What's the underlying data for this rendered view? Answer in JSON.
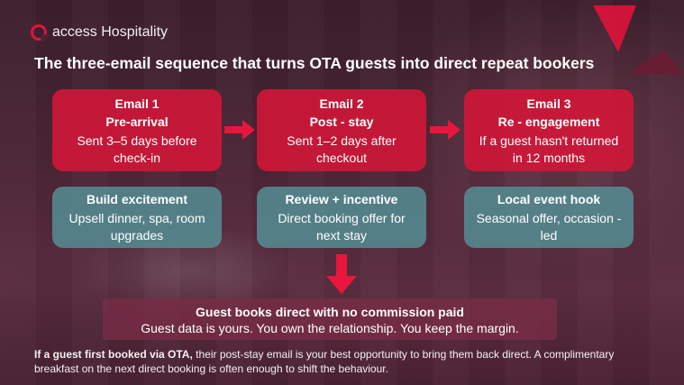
{
  "brand": {
    "name_prefix": "access",
    "name_suffix": "Hospitality",
    "accent": "#e0143c",
    "logo_icon": "access-ring-logo-icon"
  },
  "title": "The three-email sequence that turns OTA guests into direct repeat bookers",
  "emails": [
    {
      "title": "Email 1",
      "stage": "Pre-arrival",
      "timing": "Sent 3–5 days before check-in",
      "focus": "Build excitement",
      "detail": "Upsell dinner, spa, room upgrades"
    },
    {
      "title": "Email 2",
      "stage": "Post - stay",
      "timing": "Sent 1–2 days after checkout",
      "focus": "Review + incentive",
      "detail": "Direct booking offer for next stay"
    },
    {
      "title": "Email 3",
      "stage": "Re - engagement",
      "timing": "If a guest hasn't returned in 12 months",
      "focus": "Local event hook",
      "detail": "Seasonal offer, occasion - led"
    }
  ],
  "outcome": {
    "headline": "Guest books direct with no commission paid",
    "detail": "Guest data is yours. You own the relationship. You keep the margin."
  },
  "footnote": {
    "lead": "If a guest first booked via OTA,",
    "text": " their post-stay email is your best opportunity to bring them back direct. A complimentary breakfast on the next direct booking is often enough to shift the behaviour."
  },
  "colors": {
    "card_red": "#d51638",
    "card_teal": "#548b92",
    "arrow": "#e8163d"
  }
}
